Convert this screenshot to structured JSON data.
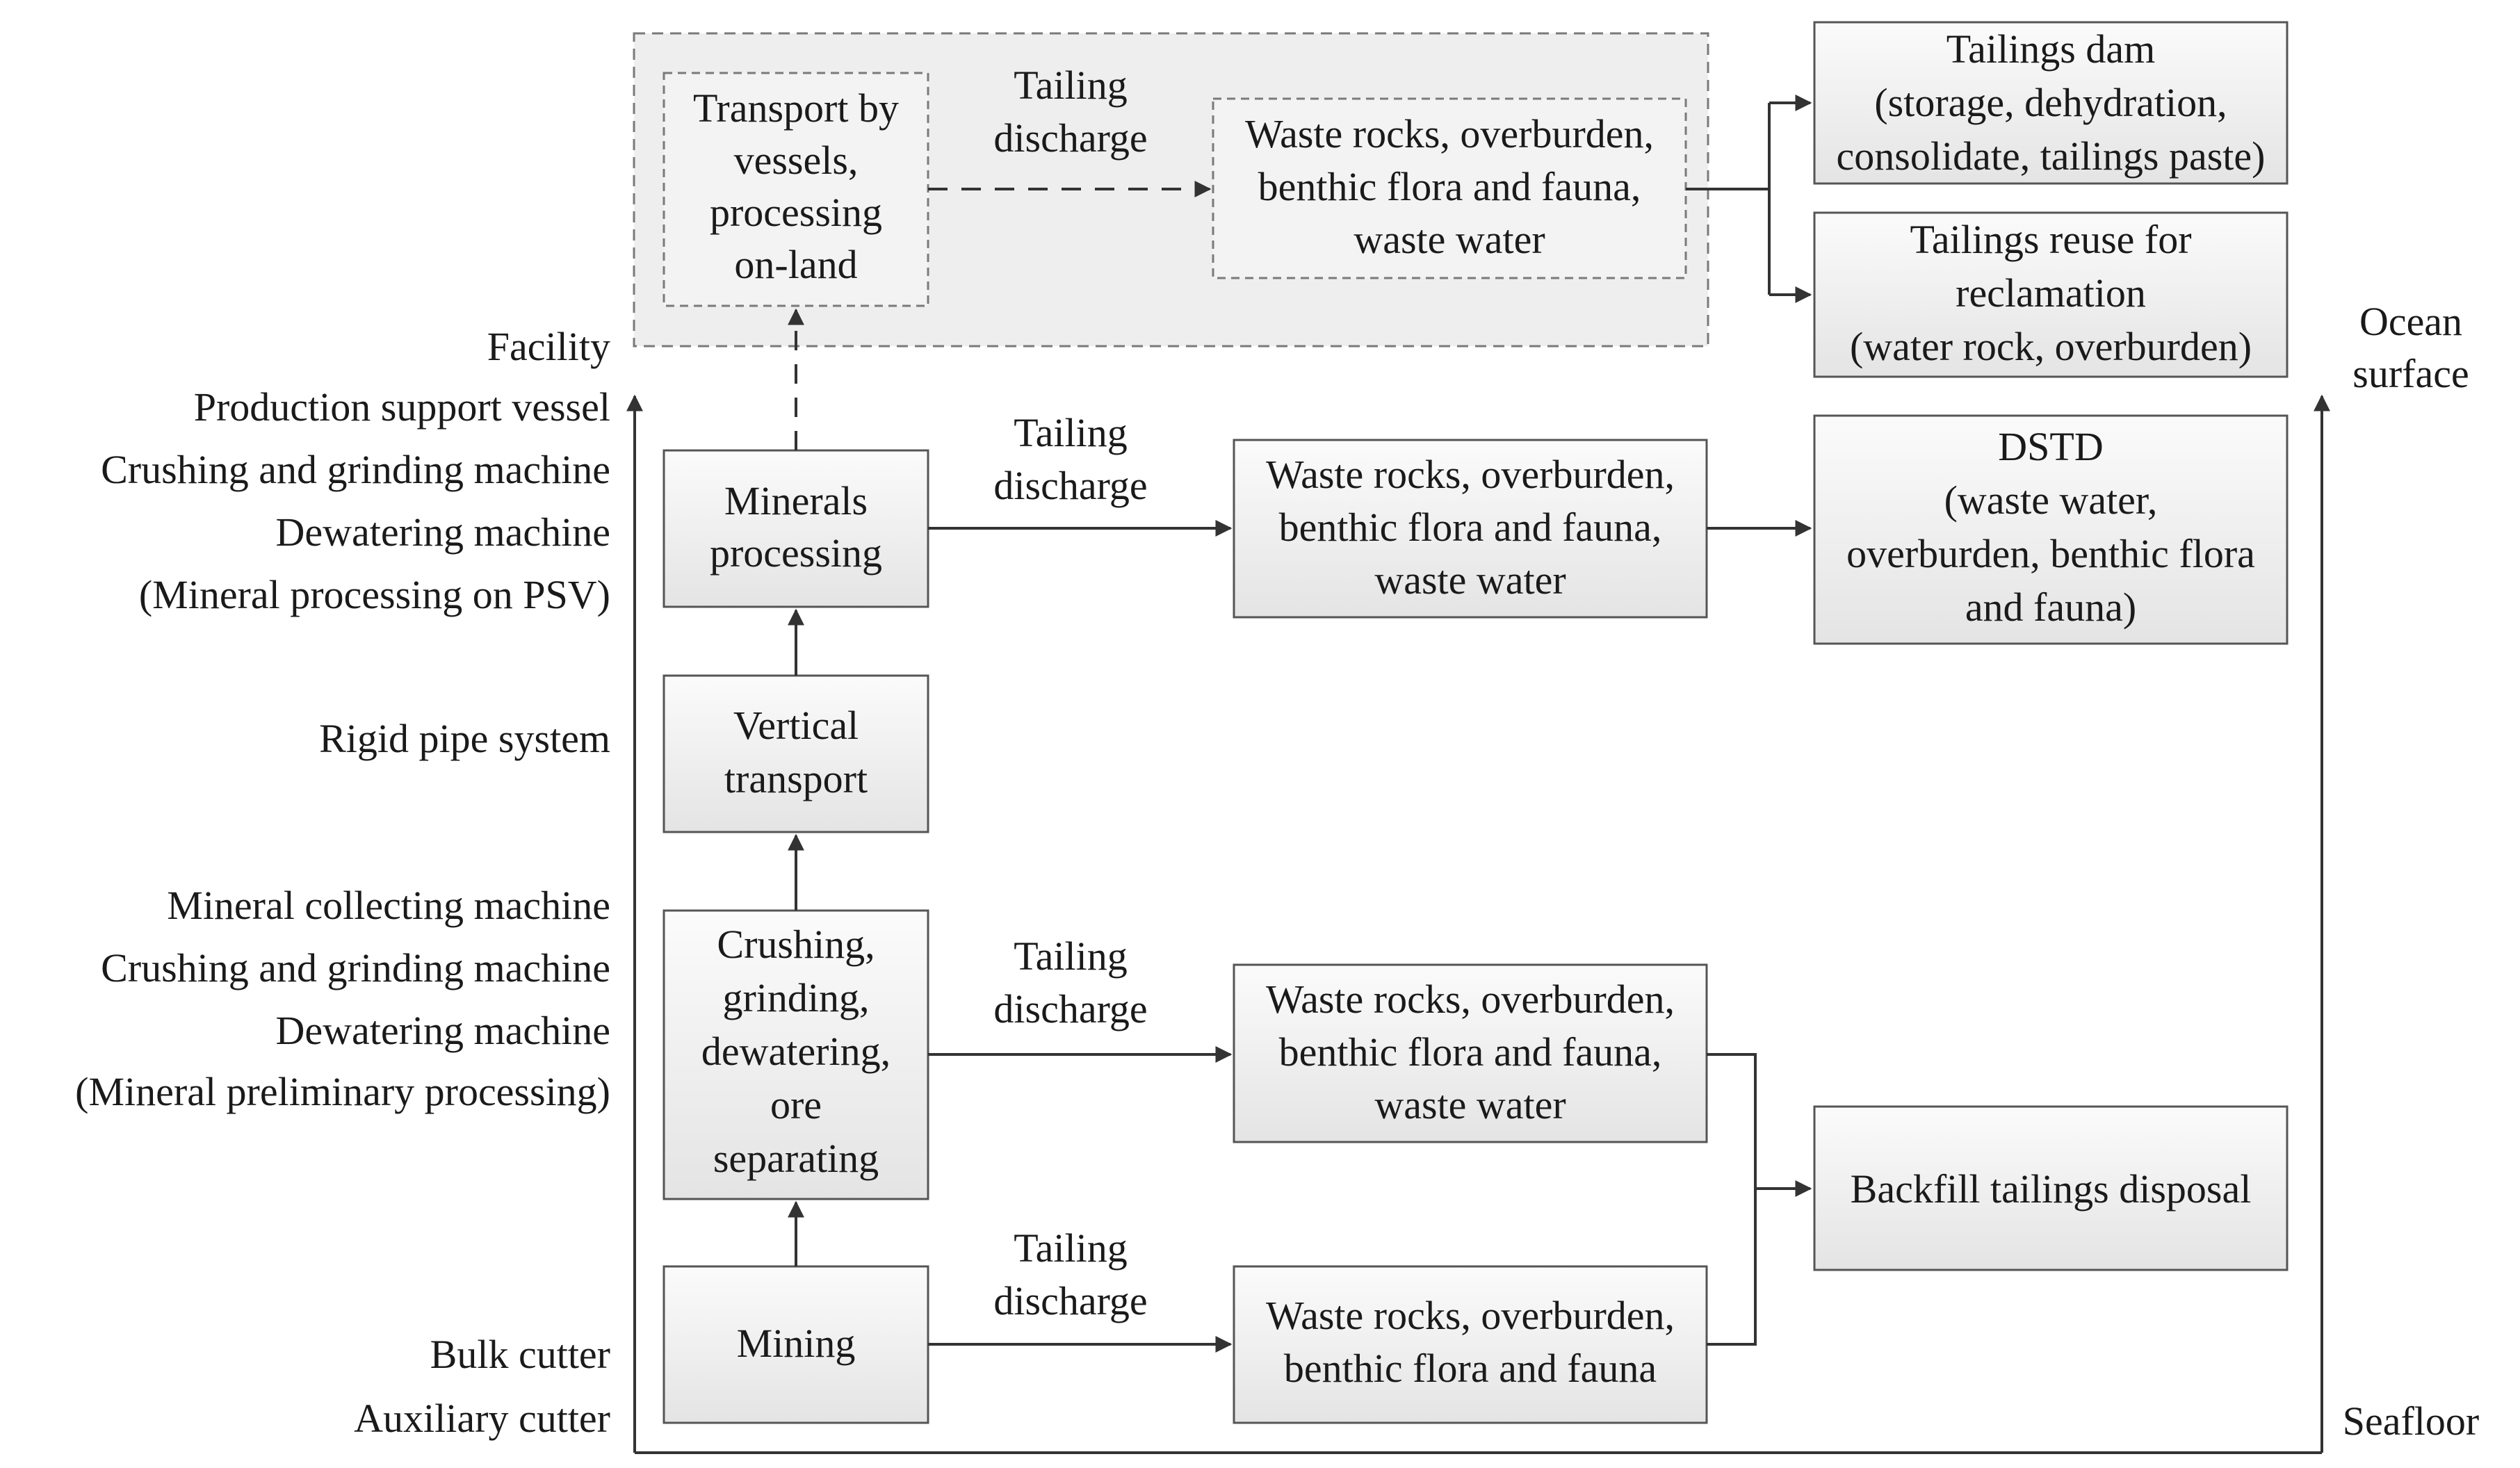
{
  "side_labels": {
    "facility": "Facility",
    "psv_group": [
      "Production support vessel",
      "Crushing and grinding machine",
      "Dewatering machine",
      "(Mineral processing on PSV)"
    ],
    "rigid_pipe": "Rigid pipe system",
    "collect_group": [
      "Mineral collecting machine",
      "Crushing and grinding machine",
      "Dewatering machine",
      "(Mineral preliminary processing)"
    ],
    "cutter_group": [
      "Bulk cutter",
      "Auxiliary cutter"
    ],
    "ocean_surface": [
      "Ocean",
      "surface"
    ],
    "seafloor": "Seafloor"
  },
  "process_boxes": {
    "transport_vessels": [
      "Transport by",
      "vessels,",
      "processing",
      "on-land"
    ],
    "minerals_processing": [
      "Minerals",
      "processing"
    ],
    "vertical_transport": [
      "Vertical",
      "transport"
    ],
    "crushing": [
      "Crushing,",
      "grinding,",
      "dewatering,",
      "ore",
      "separating"
    ],
    "mining": [
      "Mining"
    ]
  },
  "discharge_label": [
    "Tailing",
    "discharge"
  ],
  "waste_boxes": {
    "top": [
      "Waste rocks, overburden,",
      "benthic flora and fauna,",
      "waste water"
    ],
    "psv": [
      "Waste rocks, overburden,",
      "benthic flora and fauna,",
      "waste water"
    ],
    "crushing": [
      "Waste rocks, overburden,",
      "benthic flora and fauna,",
      "waste water"
    ],
    "mining": [
      "Waste rocks, overburden,",
      "benthic flora and fauna"
    ]
  },
  "disposal_boxes": {
    "tailings_dam": [
      "Tailings dam",
      "(storage, dehydration,",
      "consolidate, tailings paste)"
    ],
    "tailings_reuse": [
      "Tailings reuse for",
      "reclamation",
      "(water rock, overburden)"
    ],
    "dstd": [
      "DSTD",
      "(waste water,",
      "overburden, benthic flora",
      "and fauna)"
    ],
    "backfill": [
      "Backfill tailings disposal"
    ]
  }
}
